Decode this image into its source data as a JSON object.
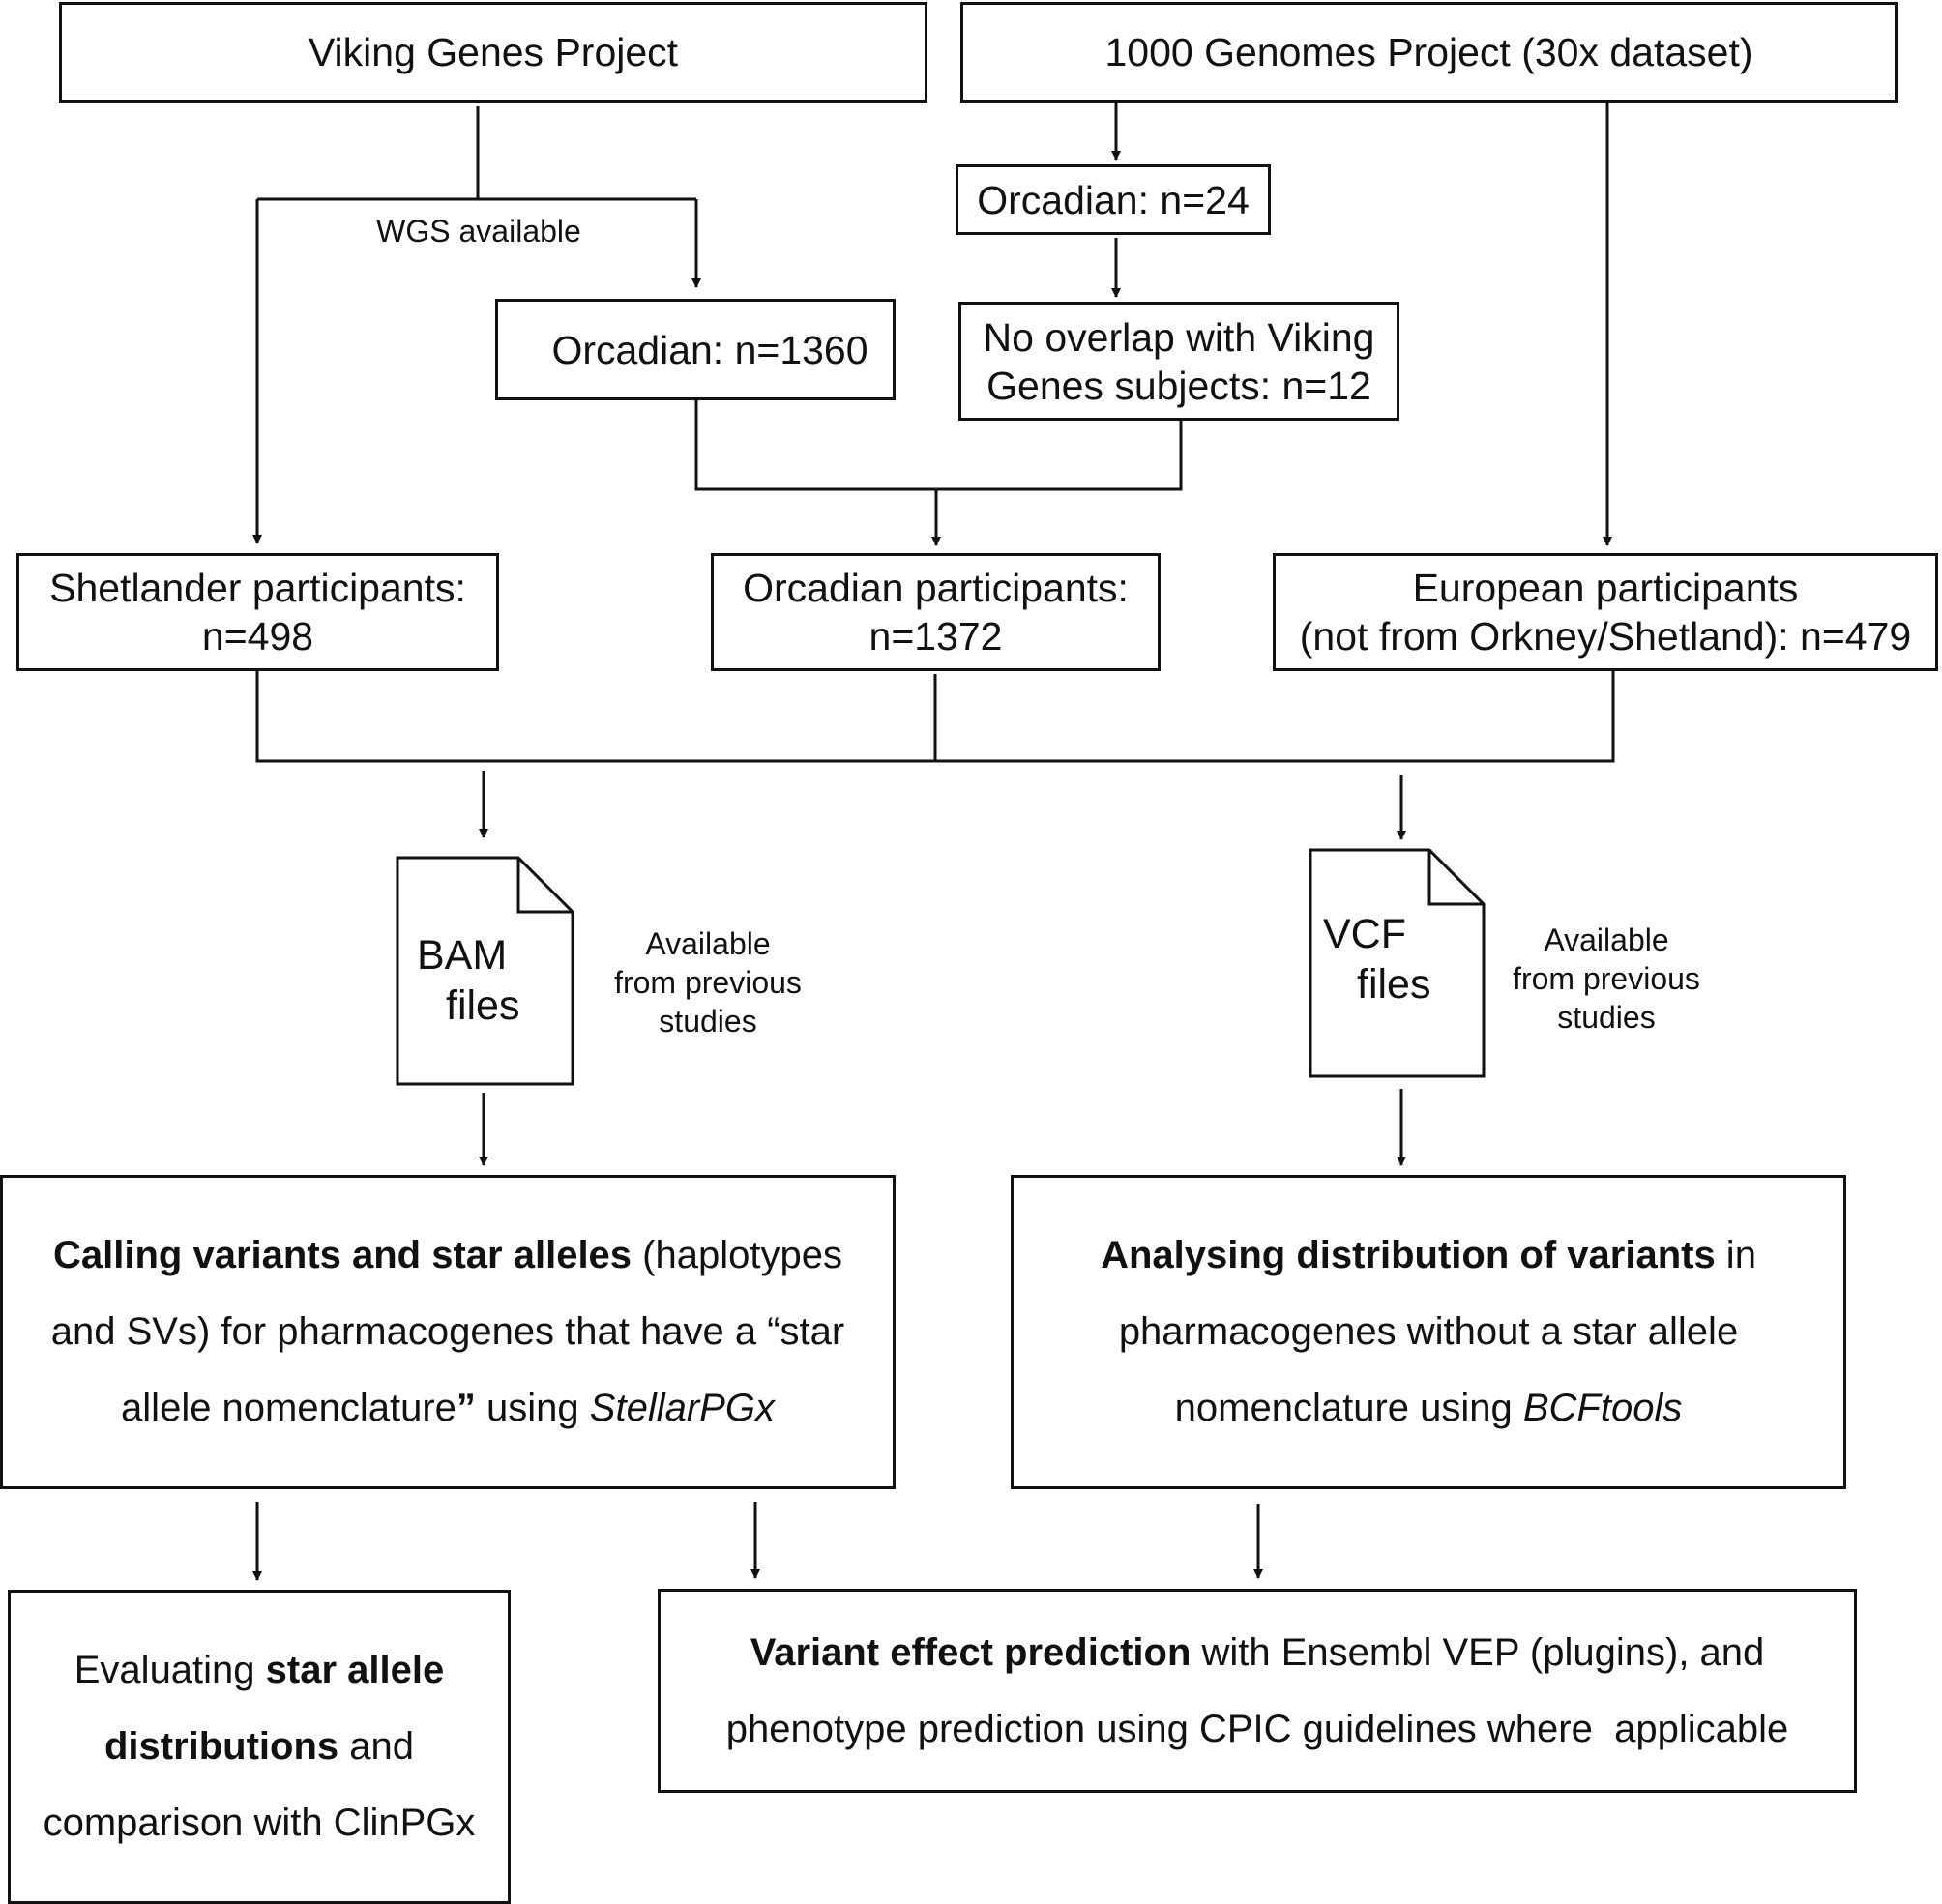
{
  "sources": {
    "viking": "Viking Genes Project",
    "thousand_genomes": "1000 Genomes Project (30x dataset)"
  },
  "wgs_label": "WGS available",
  "orcadian_24": "Orcadian: n=24",
  "orcadian_1360": "Orcadian: n=1360",
  "no_overlap": [
    "No overlap with Viking",
    "Genes subjects: n=12"
  ],
  "participants": {
    "shetlander": [
      "Shetlander participants:",
      "n=498"
    ],
    "orcadian": [
      "Orcadian participants:",
      "n=1372"
    ],
    "european": [
      "European participants",
      "(not from Orkney/Shetland): n=479"
    ]
  },
  "files": {
    "bam": [
      "BAM",
      "files"
    ],
    "vcf": [
      "VCF",
      "files"
    ],
    "bam_note": [
      "Available",
      "from previous",
      "studies"
    ],
    "vcf_note": [
      "Available",
      "from previous",
      "studies"
    ]
  },
  "calling": {
    "bold": "Calling variants and star alleles",
    "l1_rest": " (haplotypes",
    "l2": "and SVs) for pharmacogenes that have a “star",
    "l3_pre": "allele nomenclature",
    "l3_quote": "”",
    "l3_mid": " using ",
    "l3_italic": "StellarPGx"
  },
  "analysing": {
    "bold": "Analysing distribution of variants",
    "l1_rest": " in",
    "l2": "pharmacogenes without a star allele",
    "l3_pre": "nomenclature using ",
    "l3_italic": "BCFtools"
  },
  "evaluating": {
    "l1_pre": "Evaluating ",
    "l1_bold": "star allele",
    "l2_bold": "distributions",
    "l2_rest": " and",
    "l3": "comparison with ClinPGx"
  },
  "vep": {
    "bold": "Variant effect prediction",
    "l1_rest": " with Ensembl VEP (plugins), and",
    "l2": "phenotype prediction using CPIC guidelines where  applicable"
  }
}
